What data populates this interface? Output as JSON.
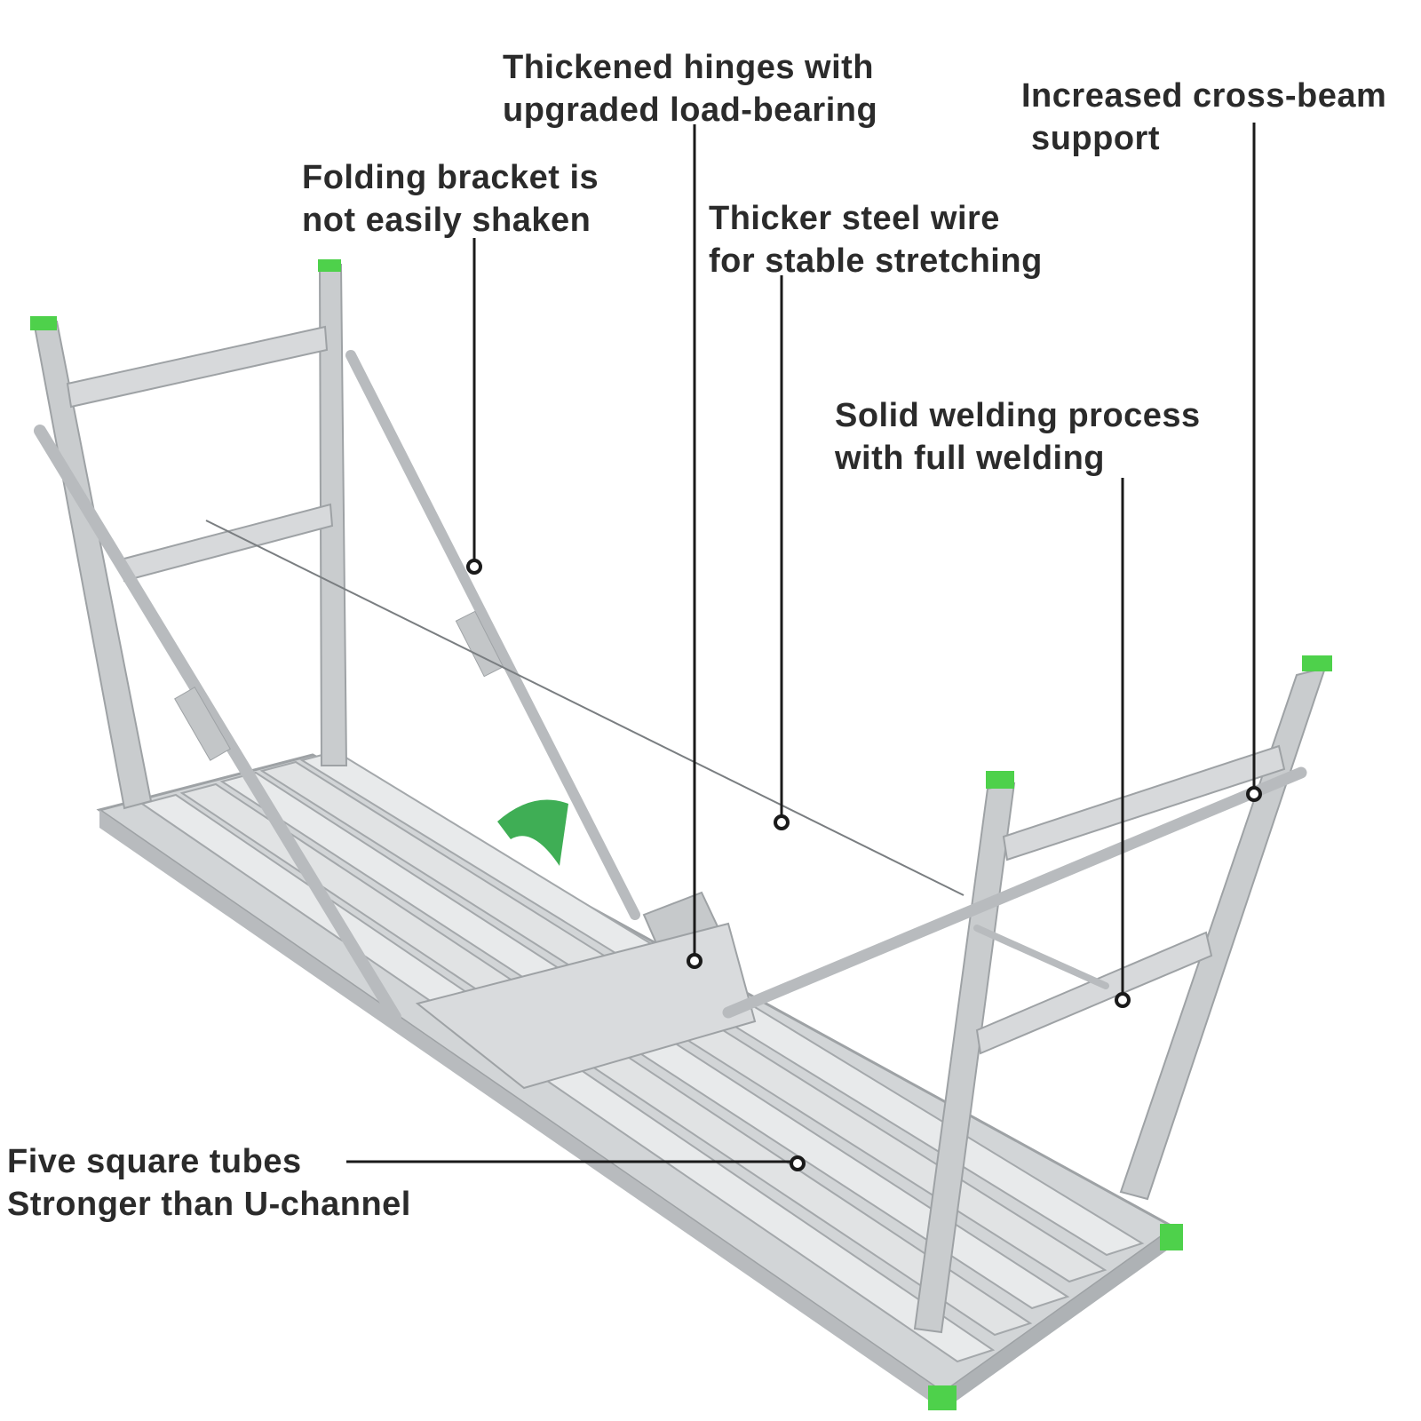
{
  "colors": {
    "metal": "#c9ccce",
    "metal_light": "#e4e6e7",
    "metal_dark": "#9ea2a5",
    "cap": "#4ed14b",
    "strap": "#3fae55",
    "leader": "#1a1a1a",
    "text": "#2b2b2b"
  },
  "callouts": [
    {
      "lines": [
        "Thickened hinges with",
        "upgraded load-bearing"
      ]
    },
    {
      "lines": [
        "Increased cross-beam",
        " support"
      ]
    },
    {
      "lines": [
        "Folding bracket is",
        "not easily shaken"
      ]
    },
    {
      "lines": [
        "Thicker steel wire",
        "for stable stretching"
      ]
    },
    {
      "lines": [
        "Solid welding process",
        "with full welding"
      ]
    },
    {
      "lines": [
        "Five square tubes",
        "Stronger than U-channel"
      ]
    }
  ]
}
